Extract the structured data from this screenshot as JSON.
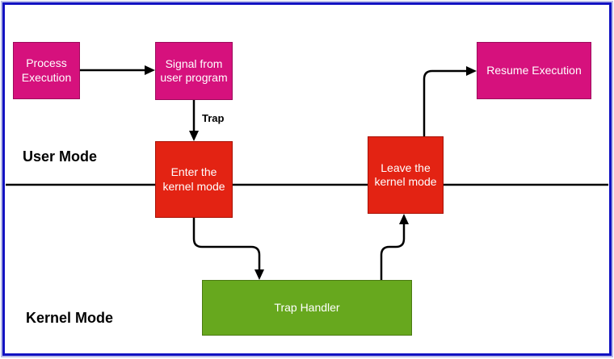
{
  "diagram": {
    "description": "Trap handling flow between user mode and kernel mode",
    "nodes": [
      {
        "id": "process-execution",
        "label": "Process Execution",
        "type": "process",
        "fill": "#d6117d"
      },
      {
        "id": "signal-from-user-program",
        "label": "Signal from user program",
        "type": "process",
        "fill": "#d6117d"
      },
      {
        "id": "resume-execution",
        "label": "Resume Execution",
        "type": "process",
        "fill": "#d6117d"
      },
      {
        "id": "enter-kernel-mode",
        "label": "Enter the kernel mode",
        "type": "mode-switch",
        "fill": "#e32313"
      },
      {
        "id": "leave-kernel-mode",
        "label": "Leave the kernel mode",
        "type": "mode-switch",
        "fill": "#e32313"
      },
      {
        "id": "trap-handler",
        "label": "Trap Handler",
        "type": "handler",
        "fill": "#67a81e"
      }
    ],
    "edges": [
      {
        "from": "process-execution",
        "to": "signal-from-user-program",
        "label": ""
      },
      {
        "from": "signal-from-user-program",
        "to": "enter-kernel-mode",
        "label": "Trap"
      },
      {
        "from": "enter-kernel-mode",
        "to": "trap-handler",
        "label": ""
      },
      {
        "from": "trap-handler",
        "to": "leave-kernel-mode",
        "label": ""
      },
      {
        "from": "leave-kernel-mode",
        "to": "resume-execution",
        "label": ""
      }
    ],
    "regions": [
      {
        "id": "user-mode",
        "label": "User Mode"
      },
      {
        "id": "kernel-mode",
        "label": "Kernel Mode"
      }
    ],
    "colors": {
      "node_pink": "#d6117d",
      "node_pink_border": "#9c0c5c",
      "node_red": "#e32313",
      "node_red_border": "#a81105",
      "node_green": "#67a81e",
      "node_green_border": "#4b7a12",
      "frame_blue": "#1212c2",
      "connector_black": "#000000",
      "node_text": "#ffffff"
    }
  }
}
